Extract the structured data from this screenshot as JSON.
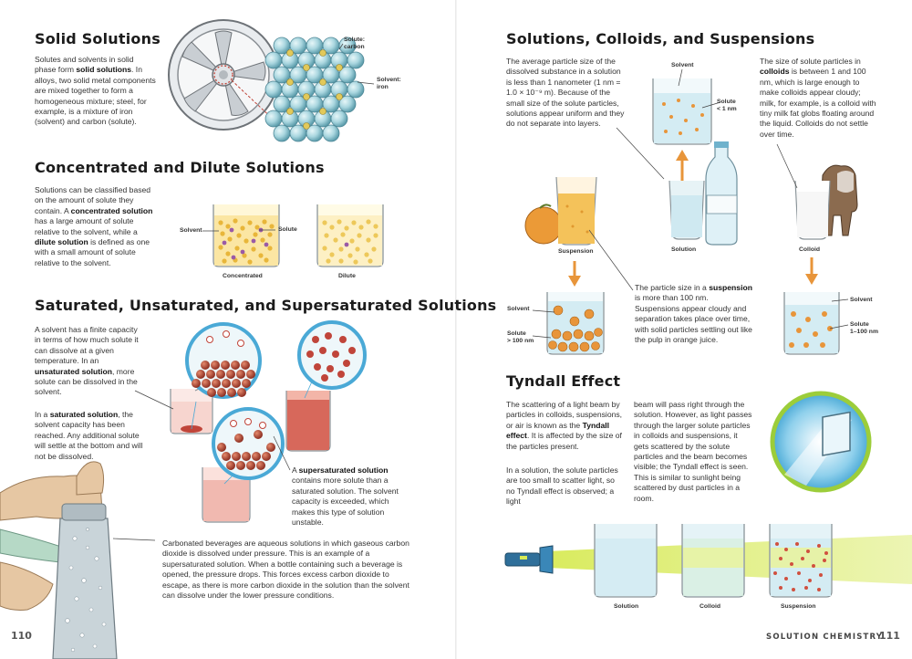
{
  "left_page": {
    "solid": {
      "title": "Solid Solutions",
      "p1": "Solutes and solvents in solid phase form ",
      "p1_bold": "solid solutions",
      "p1_rest": ". In alloys, two solid metal components are mixed together to form a homogeneous mixture; steel, for example, is a mixture of iron (solvent) and carbon (solute).",
      "label_solute": "Solute: carbon",
      "label_solvent": "Solvent: iron"
    },
    "concentrated": {
      "title": "Concentrated and Dilute Solutions",
      "p_a": "Solutions can be classified based on the amount of solute they contain. A ",
      "p_b1": "concentrated solution",
      "p_c": " has a large amount of solute relative to the solvent, while a ",
      "p_b2": "dilute solution",
      "p_d": " is defined as one with a small amount of solute relative to the solvent.",
      "label_solvent": "Solvent",
      "label_solute": "Solute",
      "caption_concentrated": "Concentrated",
      "caption_dilute": "Dilute"
    },
    "saturated": {
      "title": "Saturated, Unsaturated, and Supersaturated Solutions",
      "p1_a": "A solvent has a finite capacity in terms of how much solute it can dissolve at a given temperature. In an ",
      "p1_b": "unsaturated solution",
      "p1_c": ", more solute can be dissolved in the solvent.",
      "p2_a": "In a ",
      "p2_b": "saturated solution",
      "p2_c": ", the solvent capacity has been reached. Any additional solute will settle at the bottom and will not be dissolved.",
      "p3_a": "A ",
      "p3_b": "supersaturated solution",
      "p3_c": " contains more solute than a saturated solution. The solvent capacity is exceeded, which makes this type of solution unstable.",
      "p4": "Carbonated beverages are aqueous solutions in which gaseous carbon dioxide is dissolved under pressure. This is an example of a supersaturated solution. When a bottle containing such a beverage is opened, the pressure drops. This forces excess carbon dioxide to escape, as there is more carbon dioxide in the solution than the solvent can dissolve under the lower pressure conditions."
    },
    "page_number": "110"
  },
  "right_page": {
    "scs": {
      "title": "Solutions, Colloids, and Suspensions",
      "p1": "The average particle size of the dissolved substance in a solution is less than 1 nanometer (1 nm = 1.0 × 10⁻⁹ m). Because of the small size of the solute particles, solutions appear uniform and they do not separate into layers.",
      "p2_a": "The size of solute particles in ",
      "p2_b": "colloids",
      "p2_c": " is between 1 and 100 nm, which is large enough to make colloids appear cloudy; milk, for example, is a colloid with tiny milk fat globs floating around the liquid. Colloids do not settle over time.",
      "p3_a": "The particle size in a ",
      "p3_b": "suspension",
      "p3_c": " is more than 100 nm. Suspensions appear cloudy and separation takes place over time, with solid particles settling out like the pulp in orange juice.",
      "label_solvent_top": "Solvent",
      "label_solute_top": "Solute",
      "label_solute_top2": "< 1 nm",
      "caption_solution": "Solution",
      "caption_suspension": "Suspension",
      "caption_colloid": "Colloid",
      "label_susp_solvent": "Solvent",
      "label_susp_solute": "Solute",
      "label_susp_solute2": "> 100 nm",
      "label_col_solvent": "Solvent",
      "label_col_solute": "Solute",
      "label_col_solute2": "1–100 nm"
    },
    "tyndall": {
      "title": "Tyndall Effect",
      "p1_a": "The scattering of a light beam by particles in colloids, suspensions, or air is known as the ",
      "p1_b": "Tyndall effect",
      "p1_c": ". It is affected by the size of the particles present.",
      "p2": "In a solution, the solute particles are too small to scatter light, so no Tyndall effect is observed; a light",
      "p3": "beam will pass right through the solution. However, as light passes through the larger solute particles in colloids and suspensions, it gets scattered by the solute particles and the beam becomes visible; the Tyndall effect is seen. This is similar to sunlight being scattered by dust particles in a room.",
      "caption_solution": "Solution",
      "caption_colloid": "Colloid",
      "caption_suspension": "Suspension"
    },
    "running_head": "SOLUTION CHEMISTRY",
    "page_number": "111"
  },
  "colors": {
    "solute_orange": "#e8953a",
    "solute_red": "#c0453a",
    "water_blue": "#d4ecf3",
    "beam_yellow": "#e6ef8a",
    "sphere_blue": "#a9d6df"
  }
}
